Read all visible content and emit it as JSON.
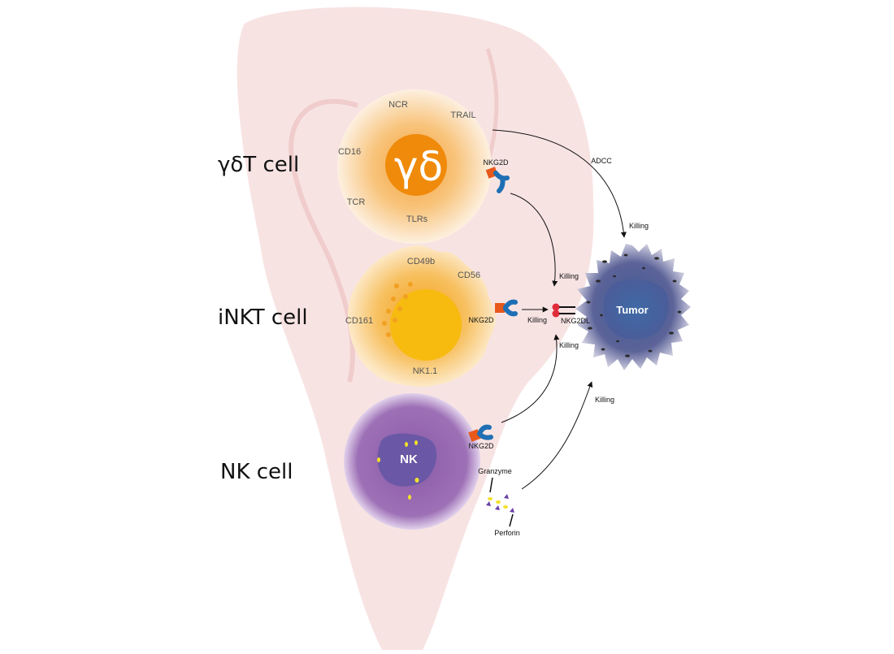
{
  "cells": {
    "gdt": {
      "name": "γδT cell",
      "symbol": "γδ",
      "markers": {
        "ncr": "NCR",
        "trail": "TRAIL",
        "cd16": "CD16",
        "tcr": "TCR",
        "tlrs": "TLRs"
      },
      "receptor": "NKG2D"
    },
    "inkt": {
      "name": "iNKT cell",
      "markers": {
        "cd49b": "CD49b",
        "cd56": "CD56",
        "cd161": "CD161",
        "nk11": "NK1.1"
      },
      "receptor": "NKG2D"
    },
    "nk": {
      "name": "NK cell",
      "symbol": "NK",
      "receptor": "NKG2D",
      "granzyme": "Granzyme",
      "perforin": "Perforin"
    }
  },
  "tumor": {
    "label": "Tumor",
    "ligand": "NKG2DL"
  },
  "arrows": {
    "adcc": "ADCC",
    "killing": "Killing"
  },
  "colors": {
    "liver": "#f7e0e0",
    "gdt_core": "#f08a0a",
    "inkt_core": "#f7bb10",
    "nk_body": "#9a6cb0",
    "nk_nucleus": "#6a58a6",
    "tumor_body": "#5a5f96",
    "receptor_blue": "#1f6fb5",
    "receptor_orange": "#e8581a",
    "ligand_red": "#e02b3a"
  }
}
